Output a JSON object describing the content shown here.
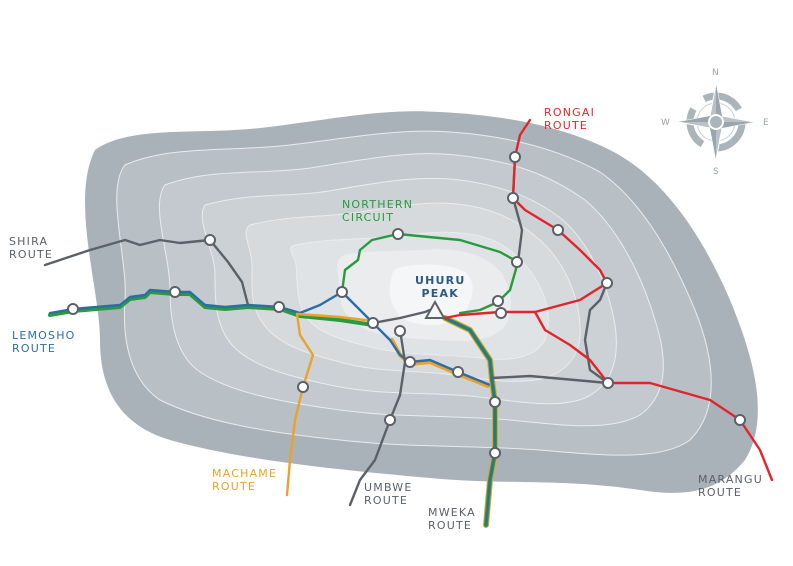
{
  "colors": {
    "mountain_outer": "#aab2b9",
    "shira": "#5b6168",
    "lemosho": "#2b6ea5",
    "northern": "#2a9a3e",
    "machame": "#e9a22c",
    "rongai": "#e0262b",
    "umbwe": "#5b6168",
    "marangu": "#e0262b",
    "peak": "#2d5a85"
  },
  "labels": {
    "shira": [
      "SHIRA",
      "ROUTE"
    ],
    "lemosho": [
      "LEMOSHO",
      "ROUTE"
    ],
    "northern": [
      "NORTHERN",
      "CIRCUIT"
    ],
    "rongai": [
      "RONGAI",
      "ROUTE"
    ],
    "peak": [
      "UHURU",
      "PEAK"
    ],
    "machame": [
      "MACHAME",
      "ROUTE"
    ],
    "umbwe": [
      "UMBWE",
      "ROUTE"
    ],
    "mweka": [
      "MWEKA",
      "ROUTE"
    ],
    "marangu": [
      "MARANGU",
      "ROUTE"
    ]
  },
  "compass": {
    "n": "N",
    "e": "E",
    "s": "S",
    "w": "W"
  }
}
